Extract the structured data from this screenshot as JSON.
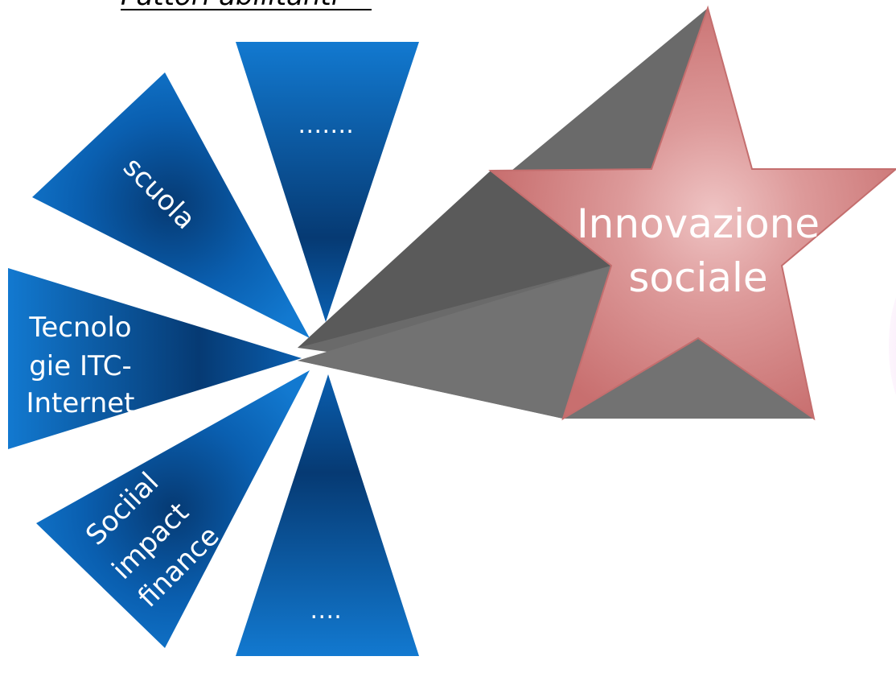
{
  "title": "Fattori abilitanti",
  "factors": [
    {
      "id": "top",
      "label": "……."
    },
    {
      "id": "scuola",
      "label": "scuola"
    },
    {
      "id": "tecnologie",
      "lines": [
        "Tecnolo",
        "gie ITC-",
        "Internet"
      ]
    },
    {
      "id": "finance",
      "lines": [
        "Sociial",
        "impact",
        "finance"
      ]
    },
    {
      "id": "bottom",
      "label": "…."
    }
  ],
  "outcome": {
    "lines": [
      "Innovazione",
      "sociale"
    ]
  },
  "colors": {
    "factor_blue": "#0a6fc4",
    "factor_dark": "#063a73",
    "beam_dark": "#5c5c5c",
    "beam_light": "#7a7a7a",
    "star_pink": "#d88c8c",
    "star_light": "#e9b8b8",
    "star_edge": "#c46e6e"
  }
}
